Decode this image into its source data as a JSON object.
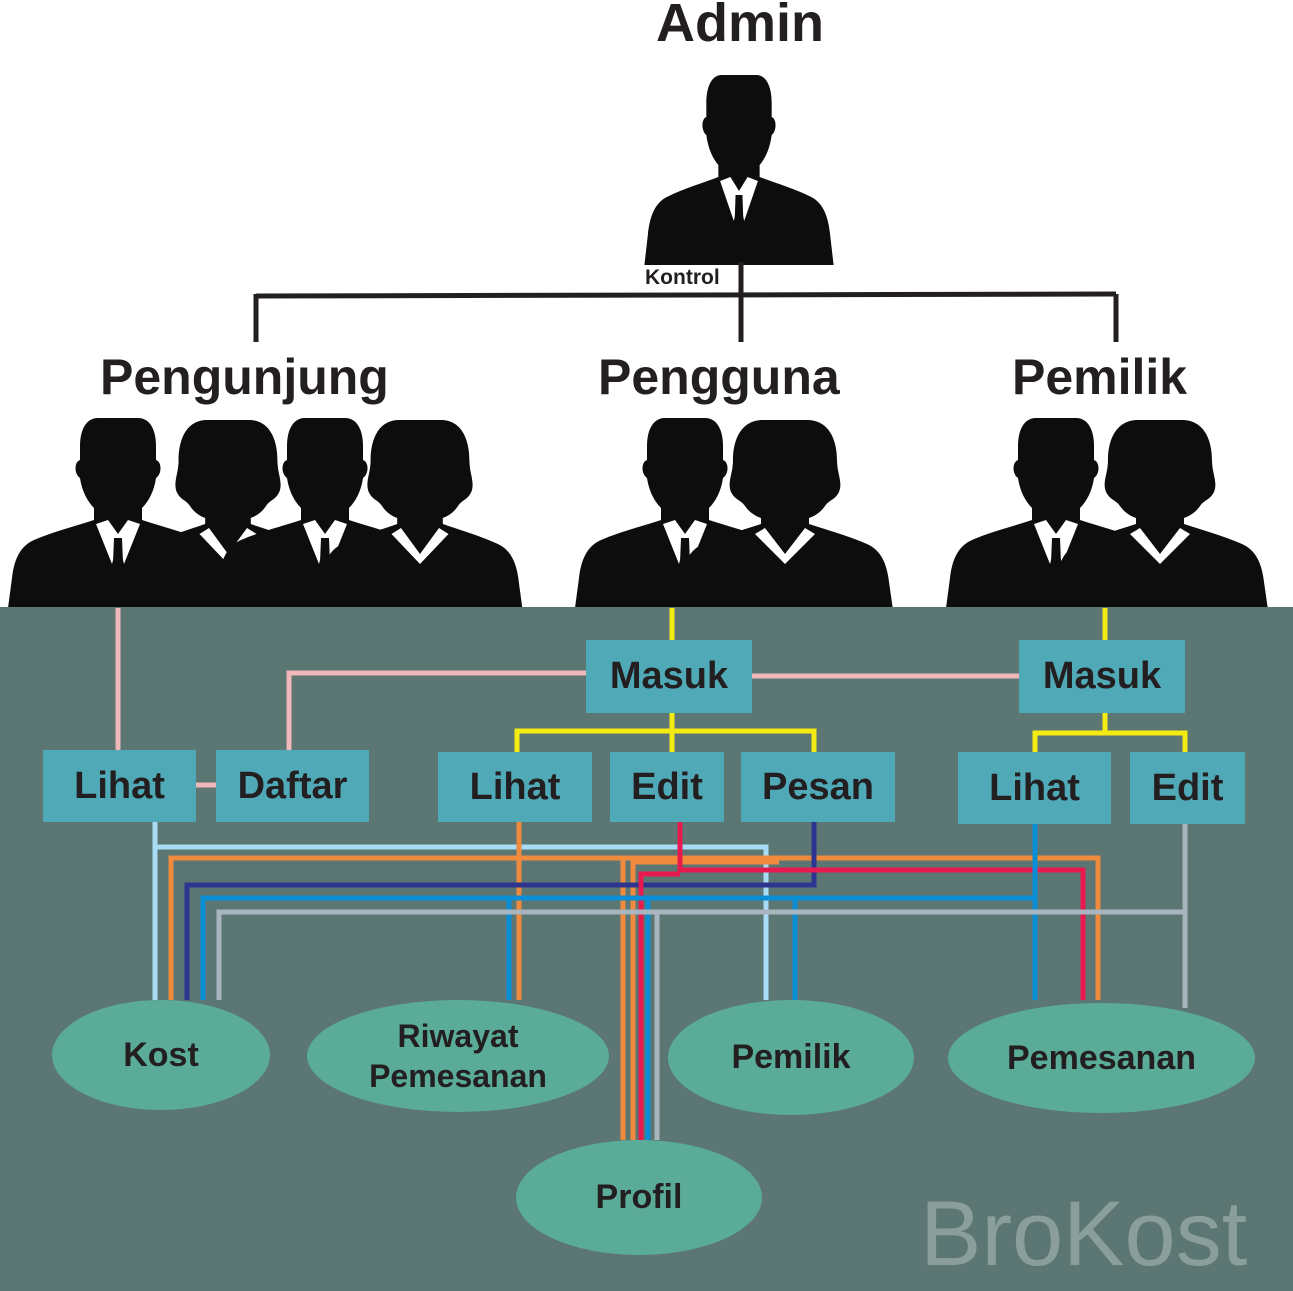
{
  "roles": {
    "admin": "Admin",
    "control_label": "Kontrol",
    "pengunjung": "Pengunjung",
    "pengguna": "Pengguna",
    "pemilik": "Pemilik"
  },
  "actions": {
    "pengunjung_lihat": "Lihat",
    "pengunjung_daftar": "Daftar",
    "pengguna_masuk": "Masuk",
    "pengguna_lihat": "Lihat",
    "pengguna_edit": "Edit",
    "pengguna_pesan": "Pesan",
    "pemilik_masuk": "Masuk",
    "pemilik_lihat": "Lihat",
    "pemilik_edit": "Edit"
  },
  "entities": {
    "kost": "Kost",
    "riwayat_line1": "Riwayat",
    "riwayat_line2": "Pemesanan",
    "pemilik": "Pemilik",
    "pemesanan": "Pemesanan",
    "profil": "Profil"
  },
  "watermark": "BroKost",
  "colors": {
    "panel": "#5c7673",
    "box": "#4fa9b6",
    "ellipse": "#5aab98",
    "silhouette": "#0d0d0d",
    "pink": "#f0b8b8",
    "yellow": "#f3eb12",
    "light_blue": "#a8dcf4",
    "orange": "#f08a3c",
    "navy": "#2e3590",
    "blue": "#0a8fd6",
    "red": "#e8194e",
    "gray": "#a9b5be"
  }
}
